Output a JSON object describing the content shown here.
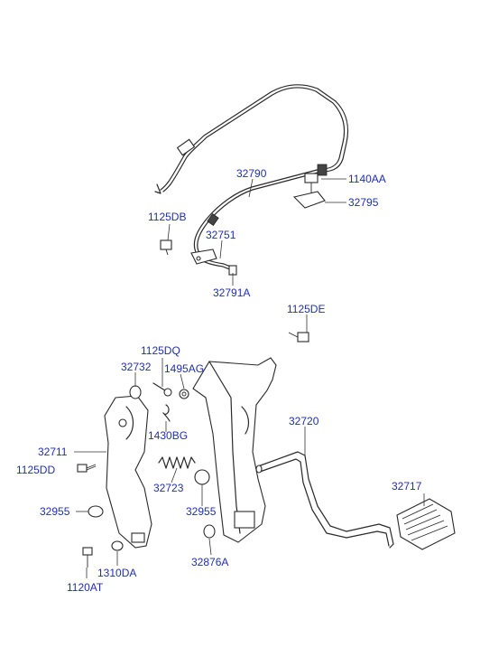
{
  "labels": {
    "p32790": "32790",
    "p1140AA": "1140AA",
    "p32795": "32795",
    "p1125DB": "1125DB",
    "p32751": "32751",
    "p32791A": "32791A",
    "p1125DE": "1125DE",
    "p1125DQ": "1125DQ",
    "p32732": "32732",
    "p1495AG": "1495AG",
    "p32720": "32720",
    "p1430BG": "1430BG",
    "p32711": "32711",
    "p1125DD": "1125DD",
    "p32723": "32723",
    "p32717": "32717",
    "p32955a": "32955",
    "p32955b": "32955",
    "p32876A": "32876A",
    "p1310DA": "1310DA",
    "p1120AT": "1120AT"
  }
}
